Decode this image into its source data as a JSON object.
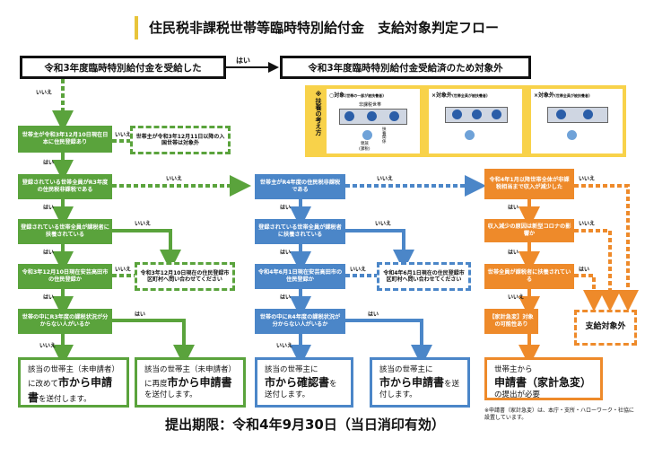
{
  "title": "住民税非課税世帯等臨時特別給付金　支給対象判定フロー",
  "top": {
    "start": "令和3年度臨時特別給付金を受給した",
    "yes": "はい",
    "result": "令和3年度臨時特別給付金受給済のため対象外"
  },
  "legend": {
    "heading": "※扶養の考え方",
    "ok_mark": "○対象",
    "ok_note": "(世帯の一部が被扶養者)",
    "ng1_mark": "×対象外",
    "ng1_note": "(世帯全員が被扶養者)",
    "ng2_mark": "×対象外",
    "ng2_note": "(世帯全員が被扶養者)",
    "exempt": "非課税世帯",
    "relative": "親族",
    "taxed": "(課税)",
    "support": "扶養関係"
  },
  "labels": {
    "yes": "はい",
    "no": "いいえ"
  },
  "green": {
    "q1": "世帯主が令和3年12月10日現在日本に住民登録あり",
    "n1": "世帯主が令和3年12月11日以降の入国世帯は対象外",
    "q2": "登録されている世帯全員がR3年度の住民税非課税である",
    "q3": "登録されている世帯全員が課税者に扶養されている",
    "q4": "令和3年12月10日現在安芸高田市の住民登録か",
    "n4": "令和3年12月10日現在の住民登録市区町村へ問い合わせてください",
    "q5": "世帯の中にR3年度の課税状況が分からない人がいるか"
  },
  "blue": {
    "q1": "世帯主がR4年度の住民税非課税である",
    "q2": "登録されている世帯全員が課税者に扶養されている",
    "q3": "令和4年6月1日現在安芸高田市の住民登録か",
    "n3": "令和4年6月1日現在の住民登録市区町村へ問い合わせてください",
    "q4": "世帯の中にR4年度の課税状況が分からない人がいるか"
  },
  "orange": {
    "q1": "令和4年1月以降世帯全体が非課税相当まで収入が減少した",
    "q2": "収入減少の原因は新型コロナの影響か",
    "q3": "世帯全員が課税者に扶養されている",
    "q4": "【家計急変】対象の可能性あり",
    "excluded": "支給対象外"
  },
  "ends": {
    "e1_pre": "該当の世帯主（未申請者）に改めて",
    "e1_bold": "市から申請書",
    "e1_post": "を送付します。",
    "e2_pre": "該当の世帯主（未申請者）に再度",
    "e2_bold": "市から申請書",
    "e2_post": "を送付します。",
    "e3_pre": "該当の世帯主に",
    "e3_bold": "市から確認書",
    "e3_post": "を送付します。",
    "e4_pre": "該当の世帯主に",
    "e4_bold": "市から申請書",
    "e4_post": "を送付します。",
    "e5_pre": "世帯主から",
    "e5_bold": "申請書（家計急変）",
    "e5_post": "の提出が必要"
  },
  "footnote": "※申請書（家計急変）は、本庁・支所・ハローワーク・社協に 設置しています。",
  "deadline": "提出期限：令和4年9月30日（当日消印有効）",
  "colors": {
    "green": "#5aa33c",
    "blue": "#4b86c8",
    "orange": "#ee8a2a",
    "accent": "#e8c43a"
  }
}
